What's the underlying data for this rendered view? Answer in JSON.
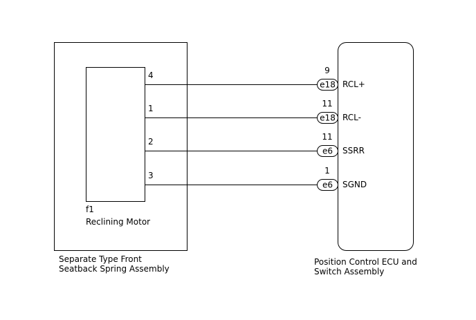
{
  "left_assembly": {
    "name_line1": "Separate Type Front",
    "name_line2": "Seatback Spring Assembly",
    "component": {
      "connector": "f1",
      "name": "Reclining Motor"
    }
  },
  "right_assembly": {
    "name_line1": "Position Control ECU and",
    "name_line2": "Switch Assembly"
  },
  "wires": [
    {
      "motor_pin": "4",
      "ecu_pin": "9",
      "connector": "e18",
      "signal": "RCL+"
    },
    {
      "motor_pin": "1",
      "ecu_pin": "11",
      "connector": "e18",
      "signal": "RCL-"
    },
    {
      "motor_pin": "2",
      "ecu_pin": "11",
      "connector": "e6",
      "signal": "SSRR"
    },
    {
      "motor_pin": "3",
      "ecu_pin": "1",
      "connector": "e6",
      "signal": "SGND"
    }
  ]
}
